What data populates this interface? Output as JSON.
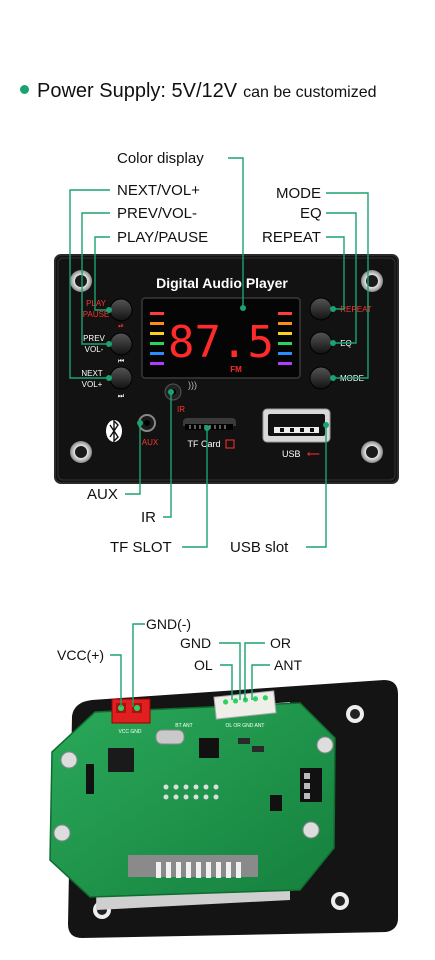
{
  "header": {
    "label": "Power Supply: 5V/12V",
    "suffix": "can be customized",
    "bullet_color": "#1aa36f"
  },
  "front_panel": {
    "title": "Digital  Audio Player",
    "display_value": "87.5",
    "display_unit": "FM",
    "button_labels": {
      "play_pause_line1": "PLAY",
      "play_pause_line2": "PAUSE",
      "prev_line1": "PREV",
      "prev_line2": "VOL-",
      "next_line1": "NEXT",
      "next_line2": "VOL+",
      "repeat": "REPEAT",
      "eq": "EQ",
      "mode": "MODE"
    },
    "aux": "AUX",
    "ir": "IR",
    "tf_card": "TF Card",
    "usb": "USB"
  },
  "callouts": {
    "color_display": "Color display",
    "next_vol": "NEXT/VOL+",
    "prev_vol": "PREV/VOL-",
    "play_pause": "PLAY/PAUSE",
    "mode": "MODE",
    "eq": "EQ",
    "repeat": "REPEAT",
    "aux": "AUX",
    "ir": "IR",
    "tf_slot": "TF SLOT",
    "usb_slot": "USB slot"
  },
  "back_callouts": {
    "gnd_minus": "GND(-)",
    "vcc_plus": "VCC(+)",
    "gnd": "GND",
    "or": "OR",
    "ol": "OL",
    "ant": "ANT"
  },
  "pcb": {
    "vcc_gnd": "VCC GND",
    "connector_text": "OL OR GND ANT",
    "bt_ant": "BT ANT"
  },
  "colors": {
    "callout_line": "#1aa36f",
    "led_red": "#ff2a2a",
    "pcb_green": "#1f9a4a",
    "panel_black": "#121212"
  }
}
